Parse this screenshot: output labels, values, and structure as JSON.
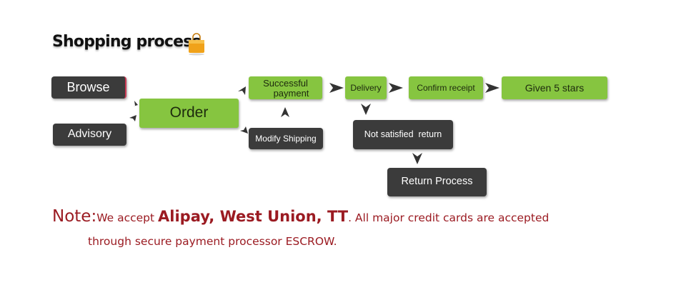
{
  "header": {
    "title": "Shopping process",
    "icon": "shopping-bag-icon"
  },
  "flow": {
    "browse": "Browse",
    "advisory": "Advisory",
    "order": "Order",
    "successful_payment_line1": "Successful",
    "successful_payment_line2": "payment",
    "modify_shipping": "Modify Shipping",
    "delivery": "Delivery",
    "confirm_receipt": "Confirm receipt",
    "given_stars": "Given 5 stars",
    "not_satisfied": "Not satisfied  return",
    "return_process": "Return Process"
  },
  "note": {
    "label": "Note:",
    "text1": "We accept ",
    "highlight": "Alipay, West Union, TT",
    "text2": ". All major credit cards are accepted",
    "line2": "through secure payment processor ESCROW."
  },
  "colors": {
    "green": "#86c540",
    "dark": "#3b3b3b",
    "note_red": "#9b1b22",
    "bag_orange": "#f0a21a"
  }
}
